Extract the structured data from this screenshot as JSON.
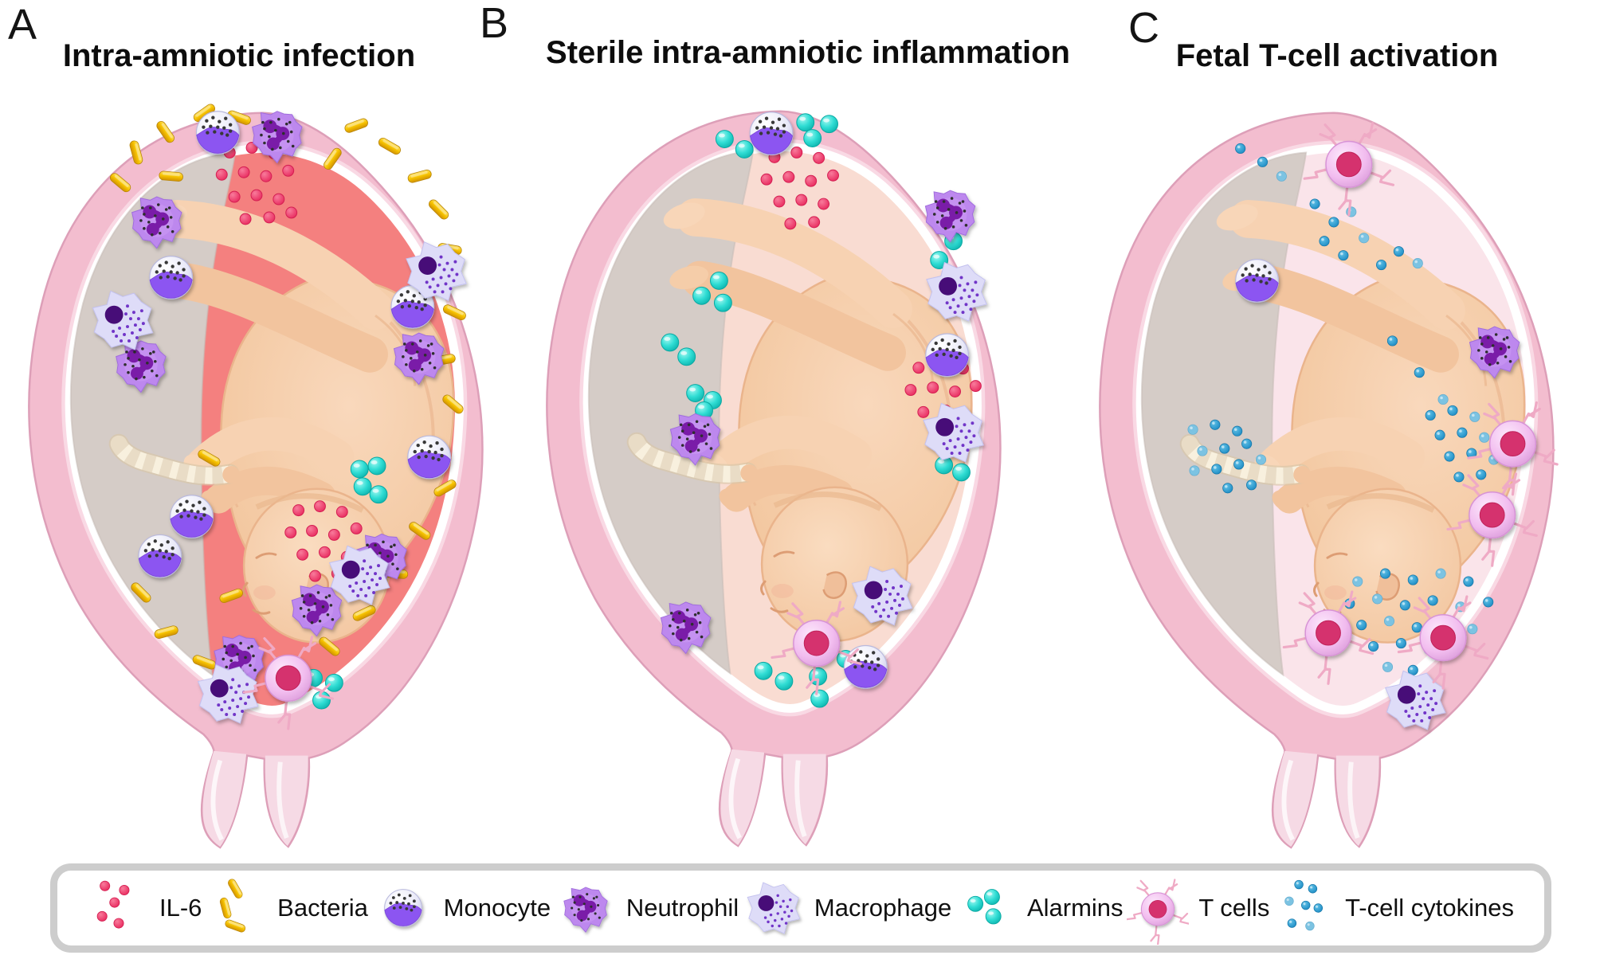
{
  "figure": {
    "type": "scientific illustration",
    "subject": "Intra-amniotic inflammation mechanisms in pregnancy"
  },
  "panels": [
    {
      "label": "A",
      "title": "Intra-amniotic infection",
      "fluid_color": "#f4807f",
      "cells": {
        "bacteria": [
          [
            300,
            56,
            20
          ],
          [
            256,
            50,
            -35
          ],
          [
            207,
            74,
            55
          ],
          [
            170,
            100,
            75
          ],
          [
            150,
            138,
            40
          ],
          [
            214,
            130,
            5
          ],
          [
            448,
            66,
            -20
          ],
          [
            490,
            92,
            30
          ],
          [
            528,
            130,
            -15
          ],
          [
            552,
            172,
            45
          ],
          [
            566,
            222,
            10
          ],
          [
            540,
            252,
            -40
          ],
          [
            572,
            302,
            25
          ],
          [
            558,
            362,
            -10
          ],
          [
            570,
            418,
            40
          ],
          [
            548,
            472,
            15
          ],
          [
            560,
            524,
            -30
          ],
          [
            528,
            578,
            35
          ],
          [
            498,
            632,
            5
          ],
          [
            458,
            682,
            -25
          ],
          [
            414,
            724,
            40
          ],
          [
            364,
            752,
            10
          ],
          [
            310,
            764,
            -35
          ],
          [
            256,
            744,
            20
          ],
          [
            208,
            706,
            -15
          ],
          [
            176,
            656,
            45
          ],
          [
            418,
            108,
            -55
          ],
          [
            262,
            486,
            30
          ],
          [
            290,
            660,
            -20
          ]
        ],
        "il6": [
          [
            288,
            100
          ],
          [
            316,
            94
          ],
          [
            344,
            101
          ],
          [
            278,
            128
          ],
          [
            306,
            125
          ],
          [
            334,
            130
          ],
          [
            362,
            123
          ],
          [
            294,
            156
          ],
          [
            322,
            154
          ],
          [
            350,
            159
          ],
          [
            308,
            184
          ],
          [
            338,
            182
          ],
          [
            366,
            176
          ],
          [
            375,
            552
          ],
          [
            402,
            547
          ],
          [
            430,
            554
          ],
          [
            365,
            580
          ],
          [
            392,
            578
          ],
          [
            420,
            583
          ],
          [
            448,
            575
          ],
          [
            380,
            608
          ],
          [
            408,
            605
          ],
          [
            436,
            611
          ],
          [
            396,
            635
          ],
          [
            424,
            632
          ]
        ],
        "alarmins": [
          [
            452,
            500
          ],
          [
            474,
            496
          ],
          [
            456,
            522
          ],
          [
            476,
            532
          ],
          [
            394,
            764
          ],
          [
            404,
            792
          ],
          [
            420,
            770
          ]
        ],
        "cytokines": [],
        "monocytes": [
          [
            273,
            75
          ],
          [
            519,
            295
          ],
          [
            540,
            485
          ],
          [
            214,
            258
          ],
          [
            240,
            560
          ],
          [
            200,
            610
          ]
        ],
        "neutrophils": [
          [
            348,
            78
          ],
          [
            196,
            186
          ],
          [
            176,
            368
          ],
          [
            527,
            358
          ],
          [
            480,
            612
          ],
          [
            398,
            676
          ],
          [
            300,
            740
          ]
        ],
        "macrophages": [
          [
            153,
            312
          ],
          [
            549,
            250
          ],
          [
            286,
            784
          ],
          [
            452,
            634
          ]
        ],
        "tcells": [
          [
            362,
            764
          ]
        ]
      }
    },
    {
      "label": "B",
      "title": "Sterile intra-amniotic inflammation",
      "fluid_color": "#f9dcd2",
      "cells": {
        "bacteria": [],
        "il6": [
          [
            322,
            108
          ],
          [
            350,
            102
          ],
          [
            378,
            109
          ],
          [
            312,
            136
          ],
          [
            340,
            133
          ],
          [
            368,
            138
          ],
          [
            396,
            131
          ],
          [
            328,
            164
          ],
          [
            356,
            162
          ],
          [
            384,
            167
          ],
          [
            342,
            192
          ],
          [
            372,
            190
          ],
          [
            504,
            374
          ],
          [
            532,
            368
          ],
          [
            560,
            375
          ],
          [
            494,
            402
          ],
          [
            522,
            399
          ],
          [
            550,
            404
          ],
          [
            576,
            397
          ],
          [
            510,
            430
          ],
          [
            538,
            428
          ],
          [
            552,
            434
          ]
        ],
        "alarmins": [
          [
            259,
            85
          ],
          [
            284,
            98
          ],
          [
            361,
            64
          ],
          [
            391,
            66
          ],
          [
            370,
            84
          ],
          [
            548,
            214
          ],
          [
            530,
            238
          ],
          [
            252,
            264
          ],
          [
            230,
            283
          ],
          [
            257,
            292
          ],
          [
            190,
            342
          ],
          [
            211,
            360
          ],
          [
            222,
            406
          ],
          [
            244,
            415
          ],
          [
            233,
            428
          ],
          [
            536,
            497
          ],
          [
            558,
            506
          ],
          [
            308,
            757
          ],
          [
            334,
            770
          ],
          [
            377,
            764
          ],
          [
            379,
            792
          ],
          [
            412,
            742
          ]
        ],
        "cytokines": [],
        "monocytes": [
          [
            318,
            78
          ],
          [
            540,
            358
          ],
          [
            437,
            752
          ]
        ],
        "neutrophils": [
          [
            544,
            180
          ],
          [
            222,
            462
          ],
          [
            210,
            700
          ]
        ],
        "macrophages": [
          [
            552,
            278
          ],
          [
            548,
            456
          ],
          [
            458,
            662
          ]
        ],
        "tcells": [
          [
            375,
            722
          ]
        ]
      }
    },
    {
      "label": "C",
      "title": "Fetal T-cell activation",
      "fluid_color": "#fae4ea",
      "cells": {
        "bacteria": [],
        "il6": [],
        "alarmins": [],
        "cytokines": [
          [
            212,
            95
          ],
          [
            240,
            112
          ],
          [
            264,
            130
          ],
          [
            306,
            165
          ],
          [
            330,
            188
          ],
          [
            352,
            175
          ],
          [
            318,
            212
          ],
          [
            342,
            230
          ],
          [
            368,
            208
          ],
          [
            390,
            242
          ],
          [
            412,
            225
          ],
          [
            436,
            240
          ],
          [
            404,
            338
          ],
          [
            438,
            378
          ],
          [
            468,
            412
          ],
          [
            452,
            432
          ],
          [
            480,
            426
          ],
          [
            508,
            434
          ],
          [
            464,
            457
          ],
          [
            492,
            454
          ],
          [
            520,
            460
          ],
          [
            476,
            484
          ],
          [
            504,
            480
          ],
          [
            532,
            488
          ],
          [
            488,
            510
          ],
          [
            516,
            507
          ],
          [
            152,
            450
          ],
          [
            180,
            444
          ],
          [
            208,
            452
          ],
          [
            164,
            477
          ],
          [
            192,
            474
          ],
          [
            220,
            468
          ],
          [
            154,
            502
          ],
          [
            182,
            500
          ],
          [
            210,
            494
          ],
          [
            238,
            488
          ],
          [
            196,
            524
          ],
          [
            226,
            520
          ],
          [
            360,
            642
          ],
          [
            395,
            632
          ],
          [
            430,
            640
          ],
          [
            465,
            632
          ],
          [
            500,
            642
          ],
          [
            350,
            670
          ],
          [
            385,
            664
          ],
          [
            420,
            672
          ],
          [
            455,
            666
          ],
          [
            490,
            674
          ],
          [
            525,
            668
          ],
          [
            365,
            697
          ],
          [
            400,
            692
          ],
          [
            435,
            700
          ],
          [
            470,
            694
          ],
          [
            505,
            702
          ],
          [
            380,
            724
          ],
          [
            415,
            720
          ],
          [
            450,
            728
          ],
          [
            485,
            722
          ],
          [
            430,
            754
          ],
          [
            398,
            750
          ]
        ],
        "monocytes": [
          [
            233,
            262
          ]
        ],
        "neutrophils": [
          [
            533,
            350
          ]
        ],
        "macrophages": [
          [
            433,
            792
          ]
        ],
        "tcells": [
          [
            349,
            115
          ],
          [
            556,
            468
          ],
          [
            530,
            558
          ],
          [
            323,
            707
          ],
          [
            468,
            713
          ]
        ]
      }
    }
  ],
  "legend": {
    "items": [
      {
        "icon": "il6",
        "label": "IL-6"
      },
      {
        "icon": "bacteria",
        "label": "Bacteria"
      },
      {
        "icon": "monocyte",
        "label": "Monocyte"
      },
      {
        "icon": "neutrophil",
        "label": "Neutrophil"
      },
      {
        "icon": "macrophage",
        "label": "Macrophage"
      },
      {
        "icon": "alarmins",
        "label": "Alarmins"
      },
      {
        "icon": "tcell",
        "label": "T cells"
      },
      {
        "icon": "cytokines",
        "label": "T-cell cytokines"
      }
    ]
  },
  "colors": {
    "il6": "#ec3a67",
    "bacteria": "#f7c400",
    "alarmin": "#2bd9d0",
    "cytokine": "#2391c9",
    "monocyte_purple": "#8c55f1",
    "neutrophil_body": "#bd88ee",
    "macrophage_body": "#dedcf8",
    "tcell_body": "#f2bdef",
    "tcell_nucleus": "#d5306e",
    "uterus_wall": "#f3bdcf",
    "placenta": "#d5ccc7",
    "fluid_infection": "#f4807f",
    "fluid_sterile": "#f9dcd2",
    "fluid_fetal": "#fae4ea",
    "legend_border": "#cdcdcd"
  }
}
